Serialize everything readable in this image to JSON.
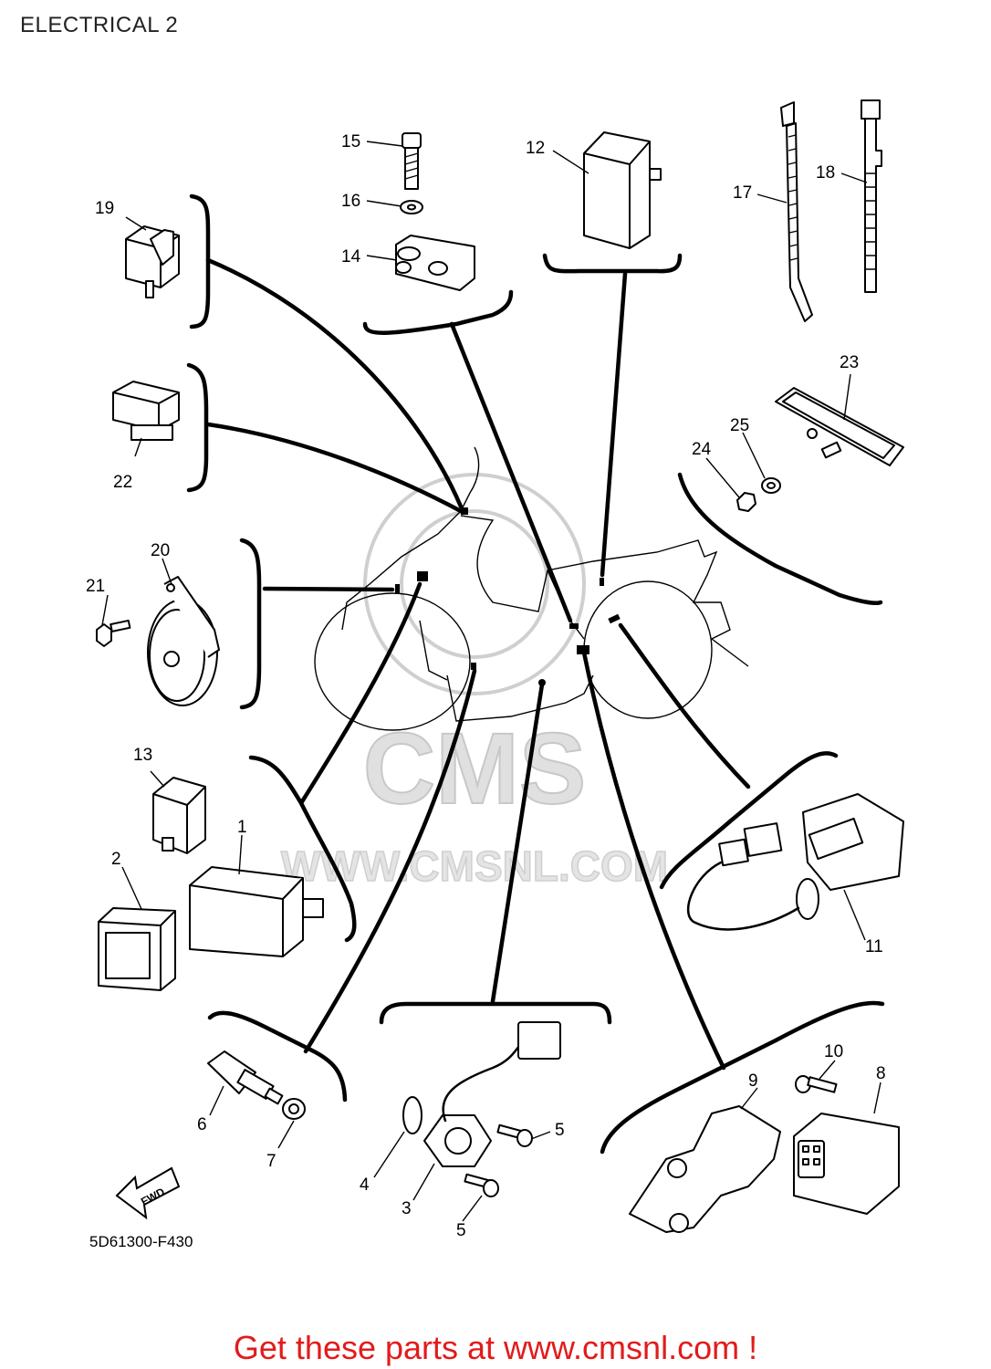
{
  "title": "ELECTRICAL 2",
  "diagram_code": "5D61300-F430",
  "fwd_label": "FWD",
  "watermark": {
    "logo": "CMS",
    "url": "WWW.CMSNL.COM"
  },
  "footer": "Get these parts at www.cmsnl.com !",
  "callouts": {
    "p1": "1",
    "p2": "2",
    "p3": "3",
    "p4": "4",
    "p5a": "5",
    "p5b": "5",
    "p6": "6",
    "p7": "7",
    "p8": "8",
    "p9": "9",
    "p10": "10",
    "p11": "11",
    "p12": "12",
    "p13": "13",
    "p14": "14",
    "p15": "15",
    "p16": "16",
    "p17": "17",
    "p18": "18",
    "p19": "19",
    "p20": "20",
    "p21": "21",
    "p22": "22",
    "p23": "23",
    "p24": "24",
    "p25": "25"
  },
  "colors": {
    "footer_text": "#e21b1b",
    "watermark": "#cfcfcf",
    "line": "#000000"
  }
}
